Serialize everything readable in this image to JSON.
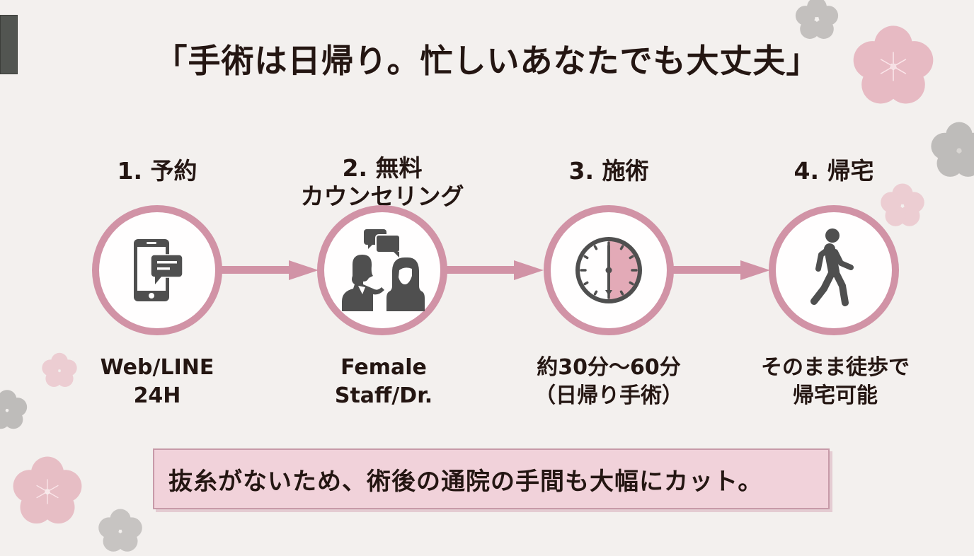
{
  "title": "「手術は日帰り。忙しいあなたでも大丈夫」",
  "colors": {
    "accent_pink": "#d193a6",
    "icon_gray": "#4f4f4f",
    "text_dark": "#241612",
    "background": "#f3f0ee",
    "banner_fill": "#f1d2da"
  },
  "steps": [
    {
      "label_line1": "1. 予約",
      "label_line2": "",
      "icon": "smartphone-chat-icon",
      "desc_line1": "Web/LINE",
      "desc_line2": "24H"
    },
    {
      "label_line1": "2. 無料",
      "label_line2": "カウンセリング",
      "icon": "counseling-people-icon",
      "desc_line1": "Female",
      "desc_line2": "Staff/Dr."
    },
    {
      "label_line1": "3. 施術",
      "label_line2": "",
      "icon": "clock-icon",
      "desc_line1": "約30分〜60分",
      "desc_line2": "（日帰り手術）"
    },
    {
      "label_line1": "4. 帰宅",
      "label_line2": "",
      "icon": "walking-person-icon",
      "desc_line1": "そのまま徒歩で",
      "desc_line2": "帰宅可能"
    }
  ],
  "banner": {
    "text": "抜糸がないため、術後の通院の手間も大幅にカット。"
  }
}
